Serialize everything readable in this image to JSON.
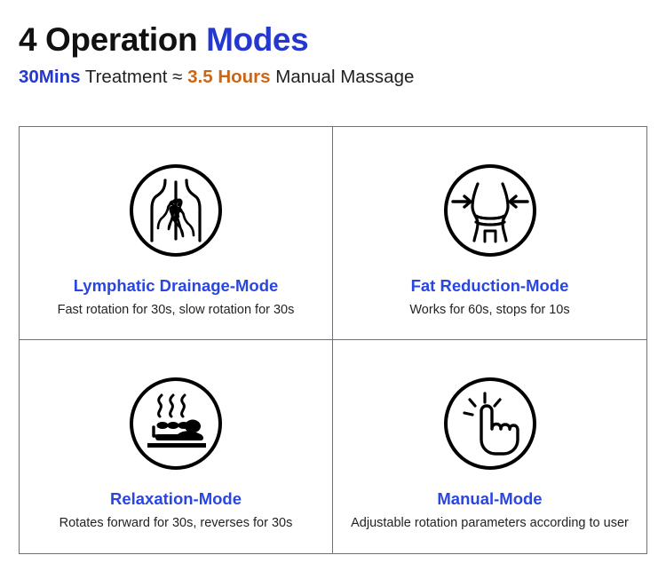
{
  "header": {
    "headline_part1": "4 Operation",
    "headline_part2": "Modes",
    "sub_duration": "30Mins",
    "sub_mid": "Treatment ≈",
    "sub_equiv": "3.5 Hours",
    "sub_tail": "Manual Massage"
  },
  "colors": {
    "blue_heading": "#2438cf",
    "blue_card_title": "#2a46e0",
    "orange": "#cc6617",
    "dark_text": "#111111",
    "border": "#6e7175",
    "background": "#ffffff"
  },
  "cards": [
    {
      "icon": "back-massage-hands-icon",
      "title": "Lymphatic Drainage-Mode",
      "desc": "Fast rotation for 30s, slow rotation for 30s"
    },
    {
      "icon": "slim-waist-arrows-icon",
      "title": "Fat Reduction-Mode",
      "desc": "Works for 60s, stops for 10s"
    },
    {
      "icon": "hot-stone-massage-icon",
      "title": "Relaxation-Mode",
      "desc": "Rotates forward for 30s, reverses for 30s"
    },
    {
      "icon": "tap-hand-icon",
      "title": "Manual-Mode",
      "desc": "Adjustable rotation parameters according to user"
    }
  ]
}
